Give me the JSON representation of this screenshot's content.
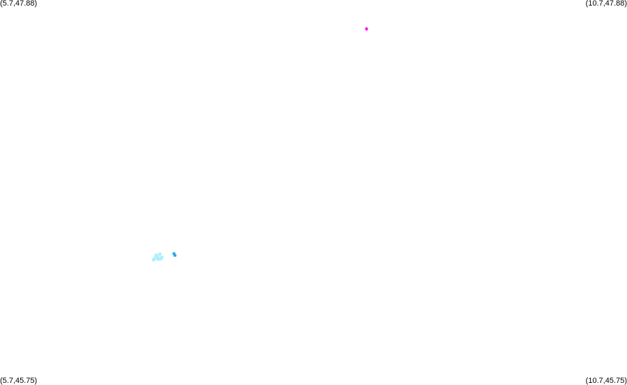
{
  "corners": {
    "top_left": "(5.7,47.88)",
    "top_right": "(10.7,47.88)",
    "bottom_left": "(5.7,45.75)",
    "bottom_right": "(10.7,45.75)"
  },
  "colors": {
    "background": "#ffffff",
    "label_text": "#000000",
    "magenta": "#ff00ff",
    "light_cyan": "#aeeeff",
    "blue": "#2aa7e8"
  },
  "extent": {
    "lon_min": 5.7,
    "lon_max": 10.7,
    "lat_min": 45.75,
    "lat_max": 47.88
  },
  "features": [
    {
      "name": "magenta-point",
      "color": "#ff00ff",
      "lon": 8.623,
      "lat": 47.72
    },
    {
      "name": "blue-patch",
      "color": "#2aa7e8",
      "lon": 7.087,
      "lat": 46.477
    },
    {
      "name": "blue-patch",
      "color": "#2aa7e8",
      "lon": 7.095,
      "lat": 46.467
    },
    {
      "name": "light-cyan-patch",
      "color": "#aeeeff",
      "lon": 6.945,
      "lat": 46.468
    },
    {
      "name": "light-cyan-patch",
      "color": "#aeeeff",
      "lon": 6.975,
      "lat": 46.474
    },
    {
      "name": "light-cyan-patch",
      "color": "#aeeeff",
      "lon": 6.958,
      "lat": 46.46
    },
    {
      "name": "light-cyan-patch",
      "color": "#aeeeff",
      "lon": 6.935,
      "lat": 46.451
    },
    {
      "name": "light-cyan-patch",
      "color": "#aeeeff",
      "lon": 6.99,
      "lat": 46.456
    },
    {
      "name": "light-cyan-patch",
      "color": "#aeeeff",
      "lon": 6.925,
      "lat": 46.443
    },
    {
      "name": "light-cyan-patch",
      "color": "#aeeeff",
      "lon": 6.962,
      "lat": 46.446
    },
    {
      "name": "light-cyan-patch",
      "color": "#aeeeff",
      "lon": 6.982,
      "lat": 46.448
    }
  ]
}
